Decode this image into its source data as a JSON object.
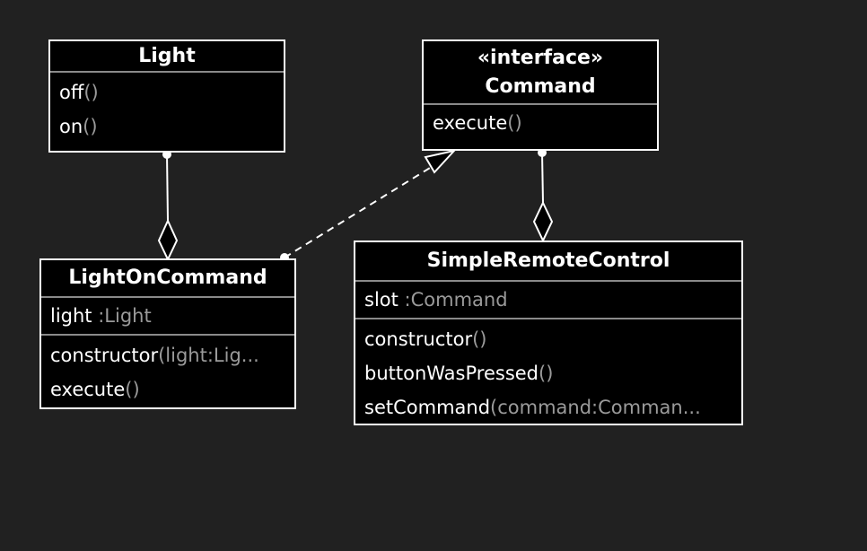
{
  "classes": {
    "light": {
      "name": "Light",
      "methods": [
        {
          "name": "off",
          "params": "()"
        },
        {
          "name": "on",
          "params": "()"
        }
      ]
    },
    "command": {
      "stereotype": "«interface»",
      "name": "Command",
      "methods": [
        {
          "name": "execute",
          "params": "()"
        }
      ]
    },
    "light_on_command": {
      "name": "LightOnCommand",
      "attributes": [
        {
          "name": "light",
          "type": " :Light"
        }
      ],
      "methods": [
        {
          "name": "constructor",
          "params": "(light:Lig..."
        },
        {
          "name": "execute",
          "params": "()"
        }
      ]
    },
    "simple_remote_control": {
      "name": "SimpleRemoteControl",
      "attributes": [
        {
          "name": "slot",
          "type": " :Command"
        }
      ],
      "methods": [
        {
          "name": "constructor",
          "params": "()"
        },
        {
          "name": "buttonWasPressed",
          "params": "()"
        },
        {
          "name": "setCommand",
          "params": "(command:Comman..."
        }
      ]
    }
  },
  "relations": [
    {
      "from": "LightOnCommand",
      "to": "Light",
      "kind": "aggregation"
    },
    {
      "from": "LightOnCommand",
      "to": "Command",
      "kind": "realization"
    },
    {
      "from": "SimpleRemoteControl",
      "to": "Command",
      "kind": "aggregation"
    }
  ],
  "colors": {
    "background": "#212121",
    "box_fill": "#000000",
    "line": "#ffffff",
    "muted_text": "#9a9a9a"
  }
}
